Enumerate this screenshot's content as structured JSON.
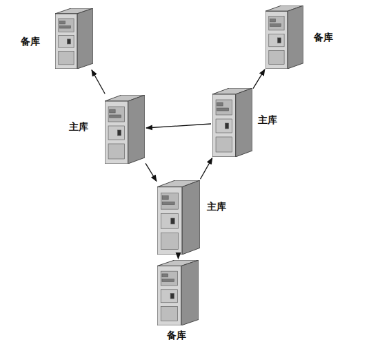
{
  "diagram": {
    "nodes": [
      {
        "text": [
          "备库"
        ]
      },
      {
        "text": [
          "备库"
        ]
      },
      {
        "text": [
          "主库"
        ]
      },
      {
        "text": [
          "主库"
        ]
      },
      {
        "text": [
          "主库"
        ]
      },
      {
        "text": [
          "备库"
        ]
      }
    ],
    "edges": [
      {
        "from": 2,
        "to": 0,
        "arrow": "to"
      },
      {
        "from": 3,
        "to": 2,
        "arrow": "to"
      },
      {
        "from": 2,
        "to": 4,
        "arrow": "to"
      },
      {
        "from": 4,
        "to": 3,
        "arrow": "to"
      },
      {
        "from": 3,
        "to": 1,
        "arrow": "to"
      },
      {
        "from": 4,
        "to": 5,
        "arrow": "to"
      }
    ]
  }
}
